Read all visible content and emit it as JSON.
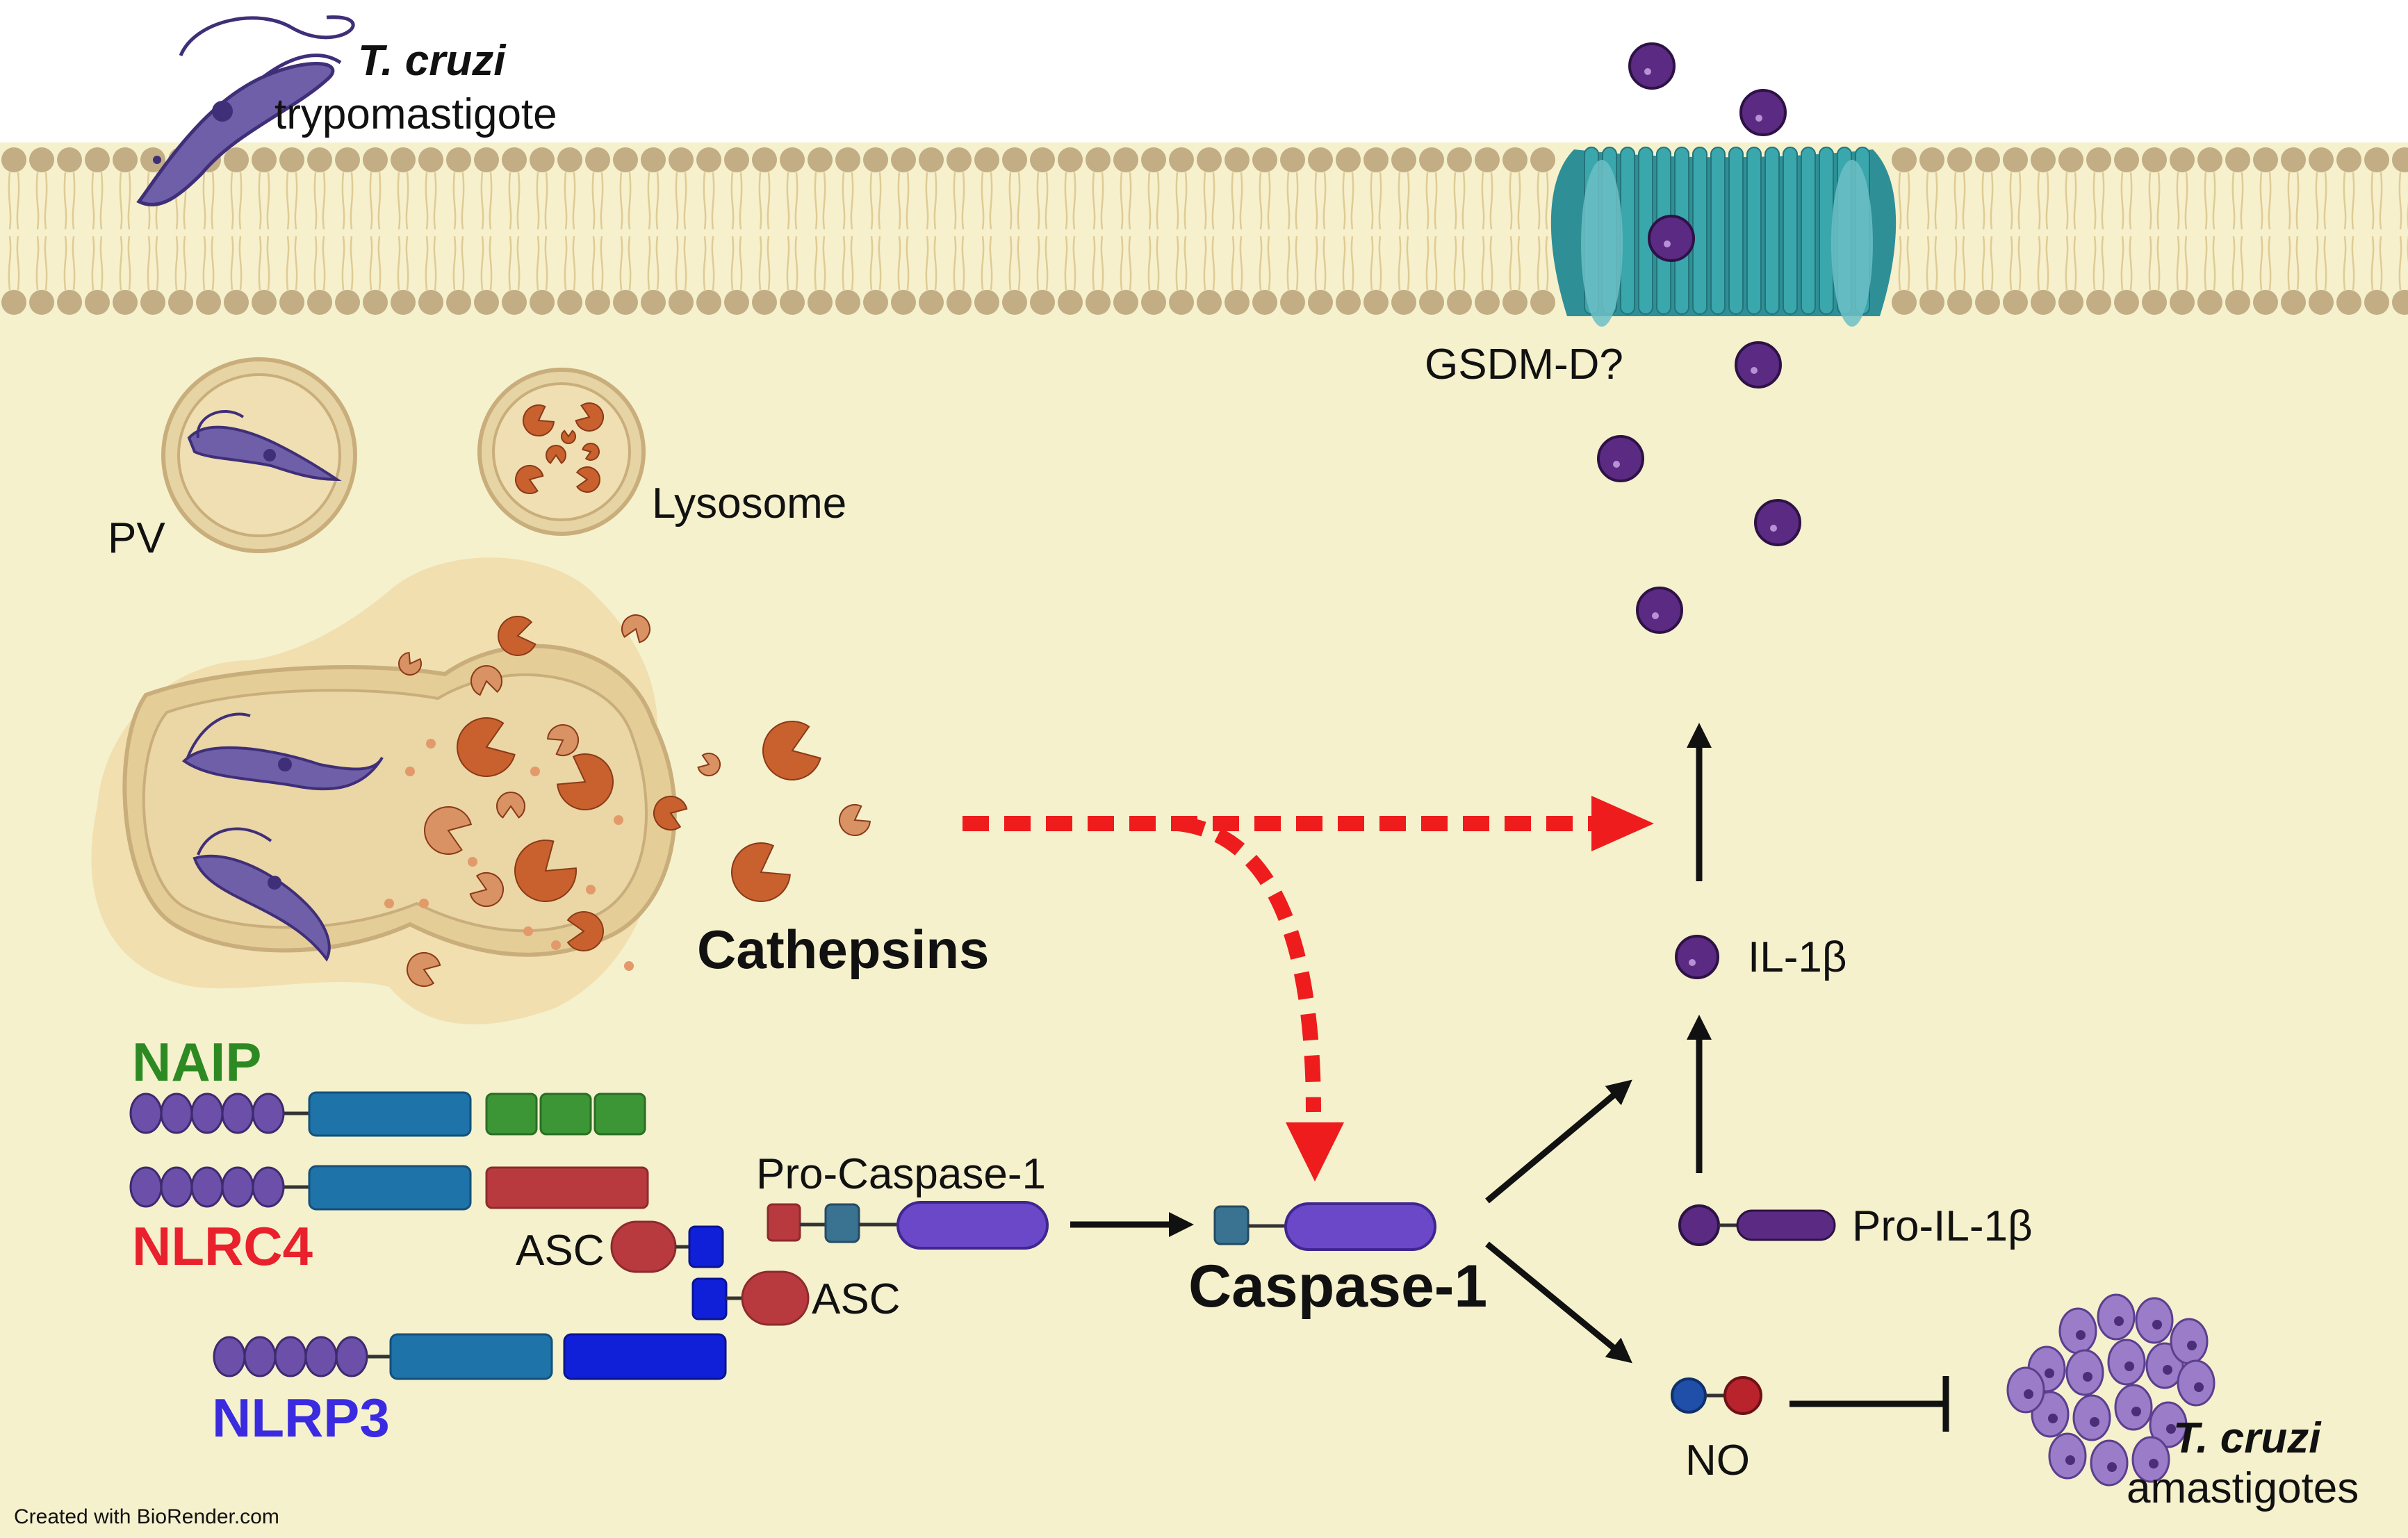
{
  "labels": {
    "tcruzi_italic": "T. cruzi",
    "trypomastigote": "trypomastigote",
    "pv": "PV",
    "lysosome": "Lysosome",
    "gsdmd": "GSDM-D?",
    "cathepsins": "Cathepsins",
    "naip": "NAIP",
    "nlrc4": "NLRC4",
    "nlrp3": "NLRP3",
    "asc_top": "ASC",
    "asc_bottom": "ASC",
    "pro_caspase1": "Pro-Caspase-1",
    "caspase1": "Caspase-1",
    "il1b": "IL-1β",
    "pro_il1b": "Pro-IL-1β",
    "no": "NO",
    "amastigote_italic": "T. cruzi",
    "amastigotes": "amastigotes",
    "credit": "Created with BioRender.com"
  },
  "colors": {
    "cytoplasm": "#f5f1cd",
    "extracellular": "#ffffff",
    "lipid_head": "#c2ad84",
    "gasdermin": "#3e9ea3",
    "il1b": "#5b2a82",
    "cathepsin": "#c8612e",
    "cathepsin_light": "#d99263",
    "naip_green": "#3d9636",
    "nlrc4_red": "#b83a3f",
    "nlrp3_blue": "#1020d8",
    "nacht_blue": "#1e73a8",
    "lrr_purple": "#6b4fa8",
    "caspase_purple": "#6a48c8",
    "red_arrow": "#ee1c1c",
    "naip_label": "#2d8a23",
    "nlrc4_label": "#e8212c",
    "nlrp3_label": "#3a2be0"
  },
  "icons": [
    "trypomastigote-icon",
    "parasitophorous-vacuole-icon",
    "lysosome-icon",
    "ruptured-vacuole-icon",
    "cathepsin-icon",
    "gasdermin-pore-icon",
    "il1b-icon",
    "nitric-oxide-icon",
    "amastigote-cluster-icon"
  ]
}
